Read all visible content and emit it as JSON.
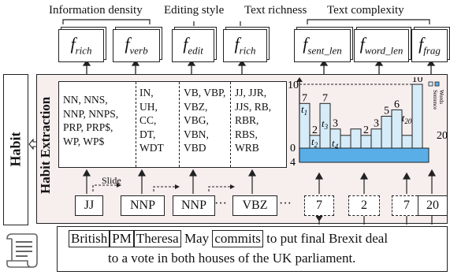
{
  "top_labels": {
    "info_density": "Information density",
    "editing_style": "Editing style",
    "text_richness": "Text richness",
    "text_complexity": "Text complexity"
  },
  "functions": [
    {
      "f": "f",
      "sub": "rich"
    },
    {
      "f": "f",
      "sub": "verb"
    },
    {
      "f": "f",
      "sub": "edit"
    },
    {
      "f": "f",
      "sub": "rich"
    },
    {
      "f": "f",
      "sub": "sent_len"
    },
    {
      "f": "f",
      "sub": "word_len"
    },
    {
      "f": "f",
      "sub": "frag"
    }
  ],
  "left_labels": {
    "habit": "Habit",
    "habit_extraction": "Habit Extraction"
  },
  "pos_groups": [
    "NN, NNS,\nNNP, NNPS,\nPRP, PRP$,\nWP, WP$",
    "IN,\nUH,\nCC,\nDT,\nWDT",
    "VB, VBP,\nVBZ,\nVBG,\nVBN,\nVBD",
    "JJ, JJR,\nJJS, RB,\nRBR,\nRBS,\nWRB"
  ],
  "slide_label": "Slide",
  "token_sequence": [
    "JJ",
    "NNP",
    "NNP",
    "VBZ"
  ],
  "ellipsis": "···",
  "length_sequence": [
    "7",
    "2",
    "7",
    "20"
  ],
  "chart_data": {
    "type": "bar",
    "bar_values": [
      7,
      2,
      7,
      3,
      2,
      3,
      2,
      3,
      5,
      6,
      2,
      10
    ],
    "value_labels": [
      "7",
      "2",
      "7",
      "3",
      "",
      "",
      "2",
      "3",
      "5",
      "6",
      "",
      "10"
    ],
    "time_labels": [
      "t1",
      "t2",
      "t3",
      "t4",
      "t20"
    ],
    "y_ticks": [
      "10",
      "0",
      "4"
    ],
    "right_tick": "20",
    "legend": [
      "Sentence",
      "Words"
    ],
    "colors": {
      "bar": "#d6ecf8",
      "band": "#5aaee8",
      "panel": "#f7eeee"
    }
  },
  "sentence": {
    "line1_words": [
      {
        "text": "British",
        "boxed": true
      },
      {
        "text": "PM",
        "boxed": true
      },
      {
        "text": "Theresa",
        "boxed": true
      },
      {
        "text": "May",
        "boxed": false
      },
      {
        "text": "commits",
        "boxed": true
      },
      {
        "text": "to put final Brexit deal",
        "boxed": false
      }
    ],
    "line2": "to a vote in both houses of the UK parliament."
  }
}
